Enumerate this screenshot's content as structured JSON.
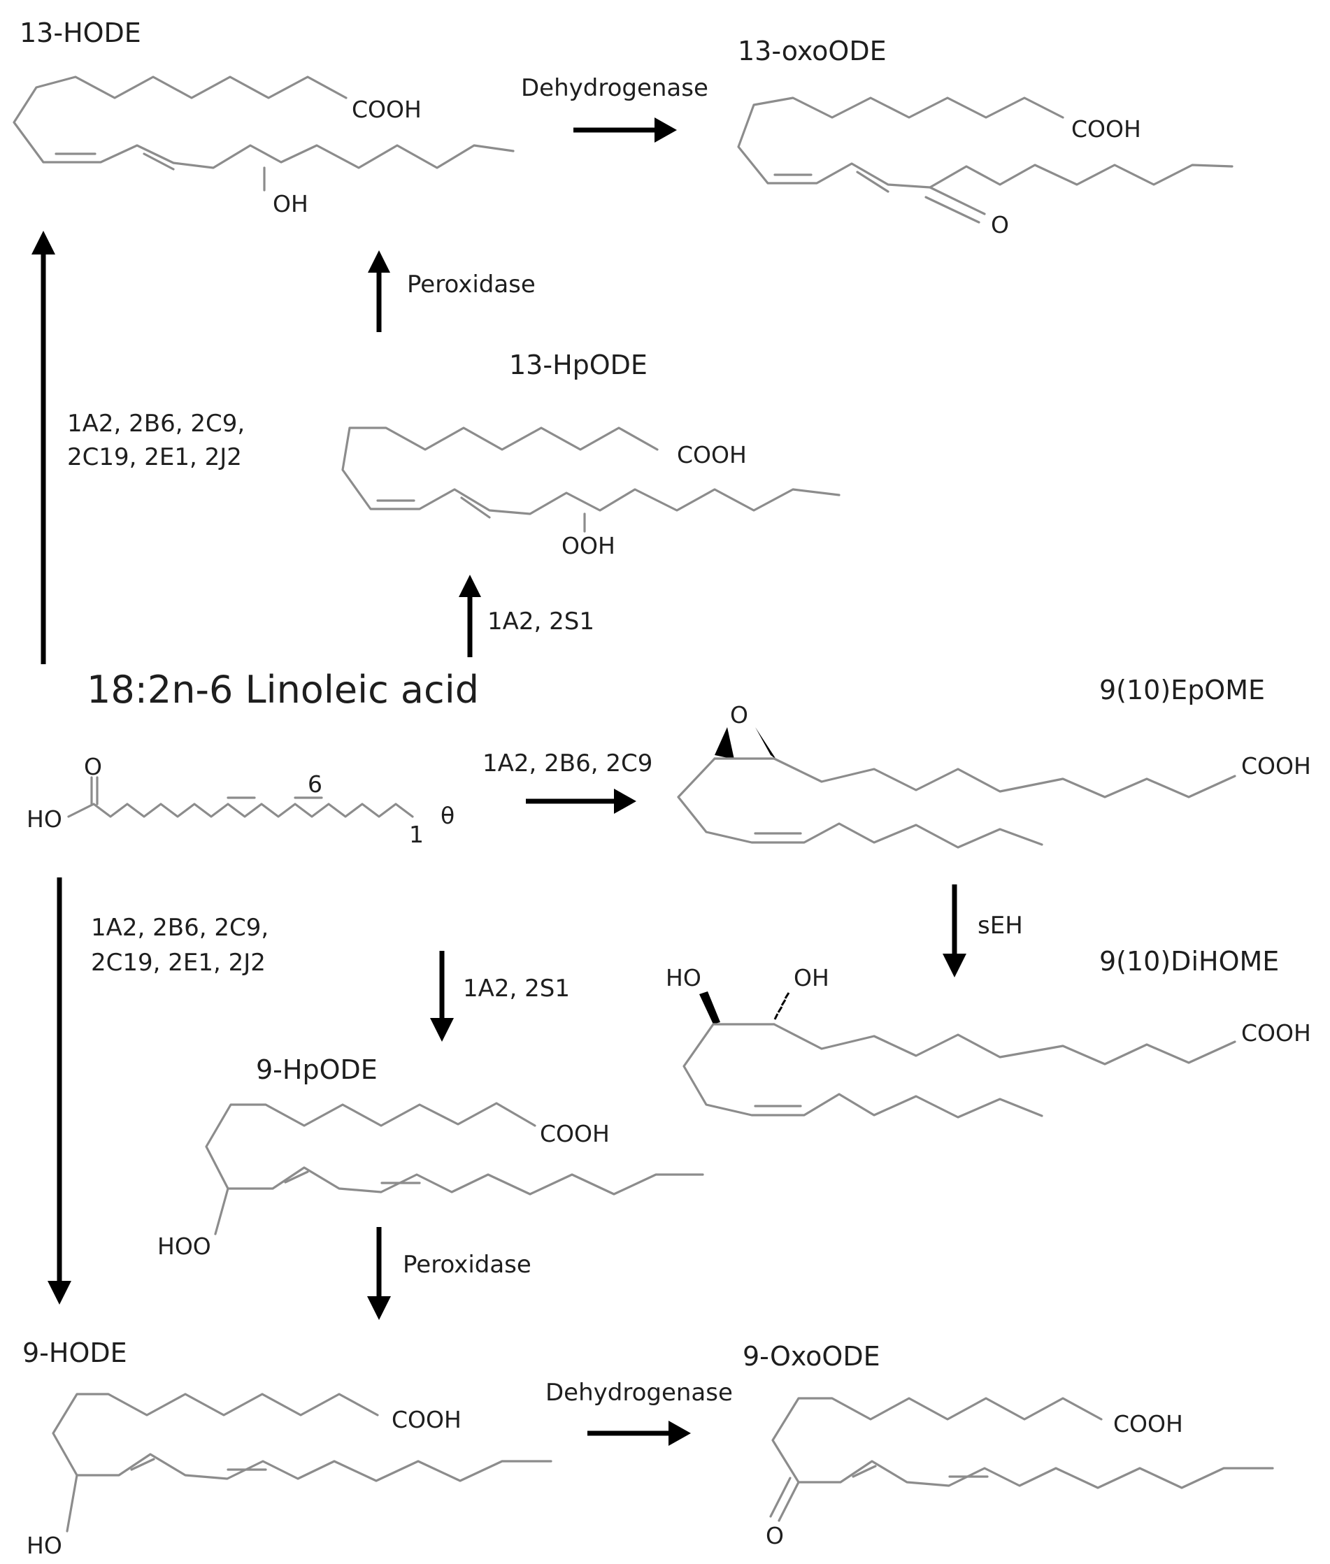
{
  "compounds": {
    "hode13": {
      "name": "13-HODE",
      "acid": "COOH",
      "group": "OH"
    },
    "oxoode13": {
      "name": "13-oxoODE",
      "acid": "COOH",
      "group": "O"
    },
    "hpode13": {
      "name": "13-HpODE",
      "acid": "COOH",
      "group": "OOH"
    },
    "linoleic": {
      "name": "18:2n-6   Linoleic acid",
      "carbonyl_o": "O",
      "ho": "HO",
      "n6": "6",
      "n1": "1",
      "omega": "θ"
    },
    "epome": {
      "name": "9(10)EpOME",
      "epoxide_o": "O",
      "acid": "COOH"
    },
    "dihome": {
      "name": "9(10)DiHOME",
      "ho": "HO",
      "oh": "OH",
      "acid": "COOH"
    },
    "hpode9": {
      "name": "9-HpODE",
      "acid": "COOH",
      "group": "HOO"
    },
    "hode9": {
      "name": "9-HODE",
      "acid": "COOH",
      "group": "HO"
    },
    "oxoode9": {
      "name": "9-OxoODE",
      "acid": "COOH",
      "group": "O"
    }
  },
  "enzymes": {
    "dehydrogenase_top": "Dehydrogenase",
    "peroxidase_top": "Peroxidase",
    "left_up_line1": "1A2, 2B6, 2C9,",
    "left_up_line2": "2C19, 2E1, 2J2",
    "to_13hpode": "1A2, 2S1",
    "to_epome": "1A2, 2B6, 2C9",
    "seh": "sEH",
    "left_down_line1": "1A2, 2B6, 2C9,",
    "left_down_line2": "2C19, 2E1, 2J2",
    "to_9hpode": "1A2, 2S1",
    "peroxidase_bottom": "Peroxidase",
    "dehydrogenase_bottom": "Dehydrogenase"
  }
}
